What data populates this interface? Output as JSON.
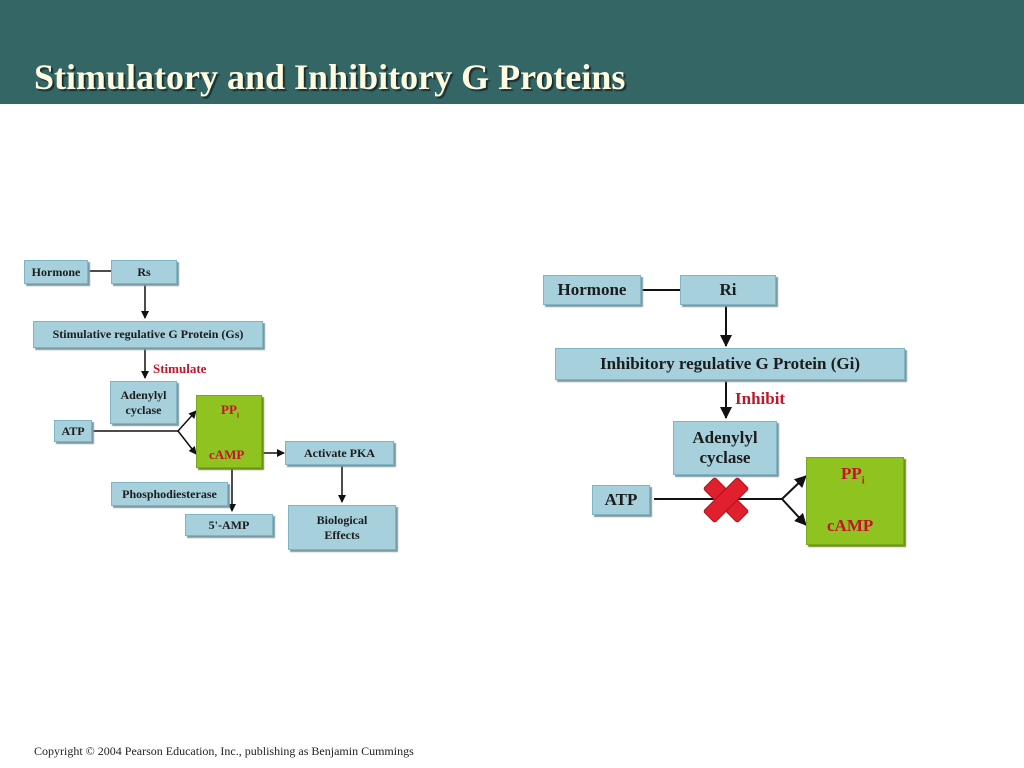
{
  "slide": {
    "title": "Stimulatory and Inhibitory G Proteins",
    "footer": "Copyright © 2004 Pearson Education, Inc., publishing as Benjamin Cummings"
  },
  "left_diagram": {
    "hormone": "Hormone",
    "receptor": "Rs",
    "g_protein": "Stimulative regulative G Protein (Gs)",
    "action": "Stimulate",
    "enzyme_line1": "Adenylyl",
    "enzyme_line2": "cyclase",
    "substrate": "ATP",
    "product1": "PP",
    "product1_sub": "i",
    "product2": "cAMP",
    "pka": "Activate PKA",
    "phosphodiesterase": "Phosphodiesterase",
    "amp": "5'-AMP",
    "effects_line1": "Biological",
    "effects_line2": "Effects"
  },
  "right_diagram": {
    "hormone": "Hormone",
    "receptor": "Ri",
    "g_protein": "Inhibitory regulative G Protein (Gi)",
    "action": "Inhibit",
    "enzyme_line1": "Adenylyl",
    "enzyme_line2": "cyclase",
    "substrate": "ATP",
    "product1": "PP",
    "product1_sub": "i",
    "product2": "cAMP"
  },
  "colors": {
    "header": "#356666",
    "box_fill": "#a6d0dc",
    "product_box": "#8fc31f",
    "label_red": "#c0182a",
    "block_x": "#e0202c"
  }
}
